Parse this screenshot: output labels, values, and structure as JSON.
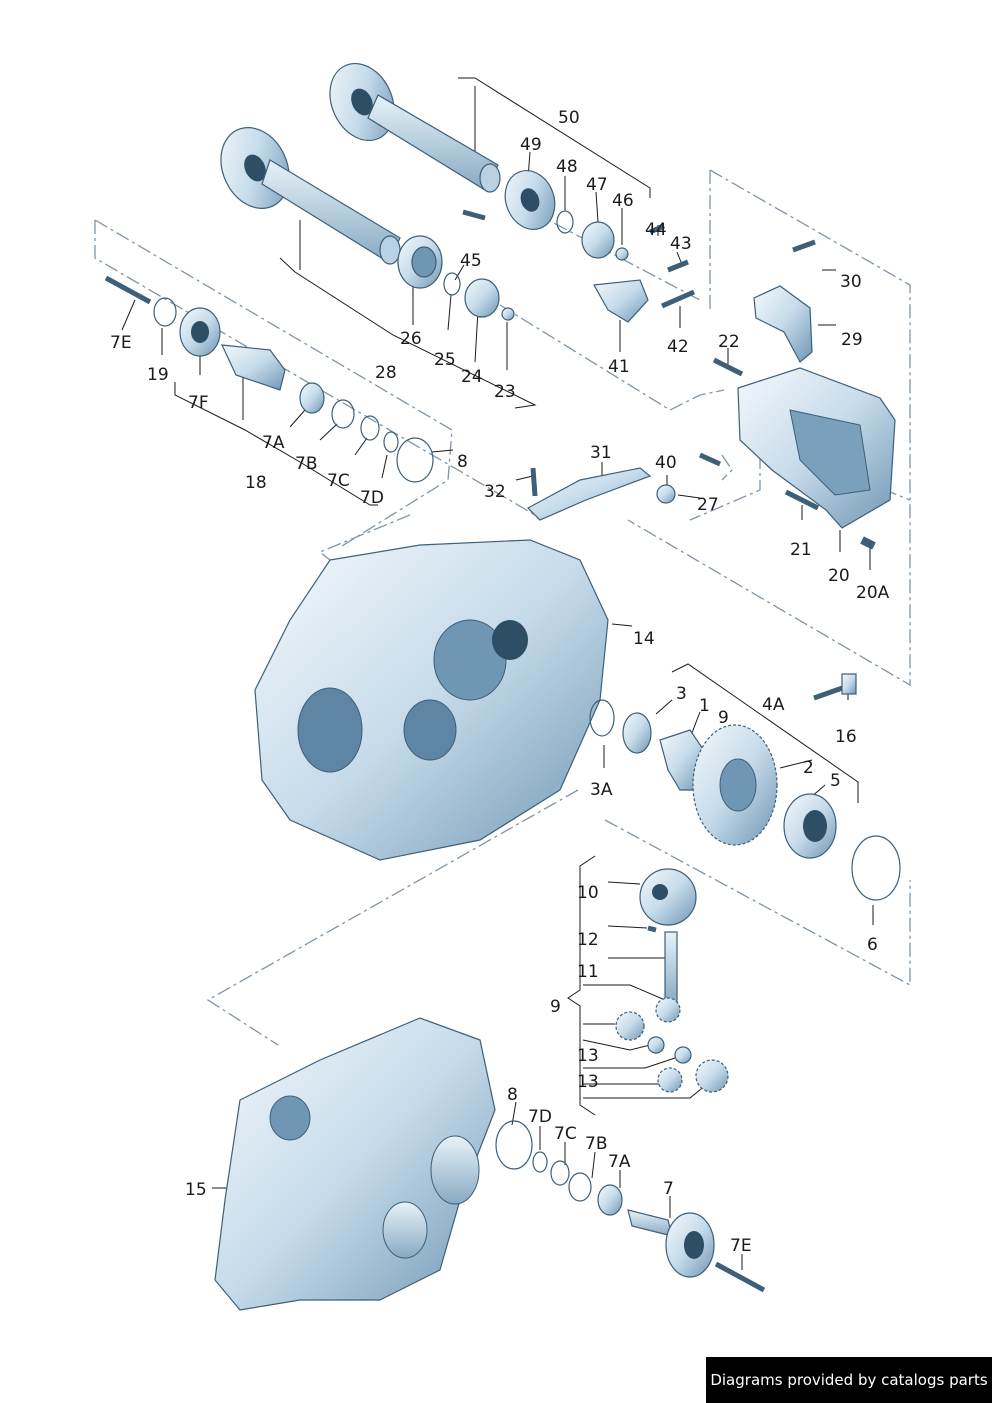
{
  "credit": "Diagrams provided by catalogs parts",
  "labels": [
    "50",
    "49",
    "48",
    "47",
    "46",
    "44",
    "43",
    "45",
    "30",
    "29",
    "22",
    "42",
    "41",
    "26",
    "25",
    "24",
    "23",
    "28",
    "7E",
    "19",
    "7F",
    "7A",
    "18",
    "7B",
    "7C",
    "7D",
    "8",
    "32",
    "31",
    "40",
    "27",
    "21",
    "20",
    "20A",
    "14",
    "3",
    "1",
    "9",
    "4A",
    "16",
    "2",
    "5",
    "3A",
    "6",
    "10",
    "12",
    "11",
    "9",
    "13",
    "13",
    "8",
    "7D",
    "7C",
    "7B",
    "7A",
    "7",
    "7E",
    "15"
  ]
}
